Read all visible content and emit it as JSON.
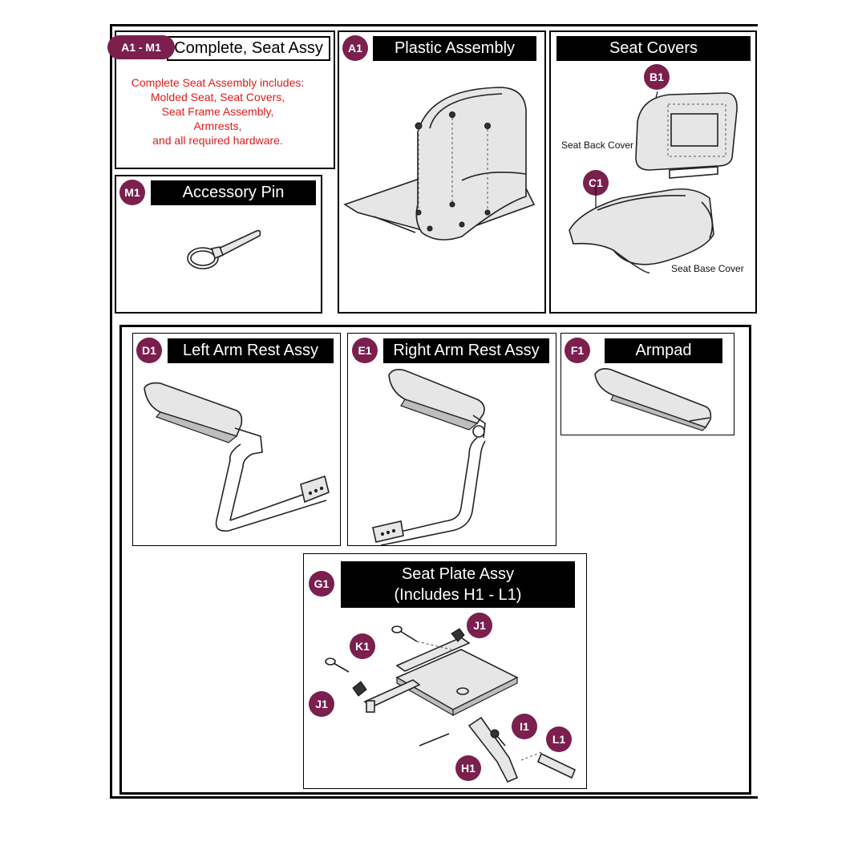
{
  "panels": {
    "complete": {
      "badge": "A1 - M1",
      "title": "Complete, Seat Assy",
      "note_lines": [
        "Complete Seat Assembly includes:",
        "Molded Seat, Seat Covers,",
        "Seat Frame Assembly,",
        "Armrests,",
        "and all required hardware."
      ]
    },
    "plastic": {
      "badge": "A1",
      "title": "Plastic Assembly"
    },
    "covers": {
      "title": "Seat Covers",
      "back_badge": "B1",
      "back_caption": "Seat Back Cover",
      "base_badge": "C1",
      "base_caption": "Seat Base Cover"
    },
    "pin": {
      "badge": "M1",
      "title": "Accessory Pin"
    },
    "left_arm": {
      "badge": "D1",
      "title": "Left Arm Rest Assy"
    },
    "right_arm": {
      "badge": "E1",
      "title": "Right Arm Rest Assy"
    },
    "armpad": {
      "badge": "F1",
      "title": "Armpad"
    },
    "seat_plate": {
      "badge": "G1",
      "title_line1": "Seat Plate Assy",
      "title_line2": "(Includes H1 - L1)",
      "callouts": {
        "j1_top": "J1",
        "k1": "K1",
        "j1_left": "J1",
        "i1": "I1",
        "l1": "L1",
        "h1": "H1"
      }
    }
  },
  "colors": {
    "badge": "#7a1f4e",
    "note": "#e21b1b",
    "header_bg": "#000000"
  }
}
